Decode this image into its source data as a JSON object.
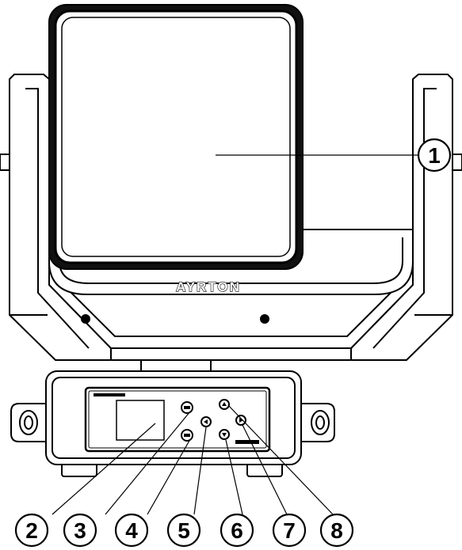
{
  "brand_label": "AYRTON",
  "callouts": [
    "1",
    "2",
    "3",
    "4",
    "5",
    "6",
    "7",
    "8"
  ]
}
